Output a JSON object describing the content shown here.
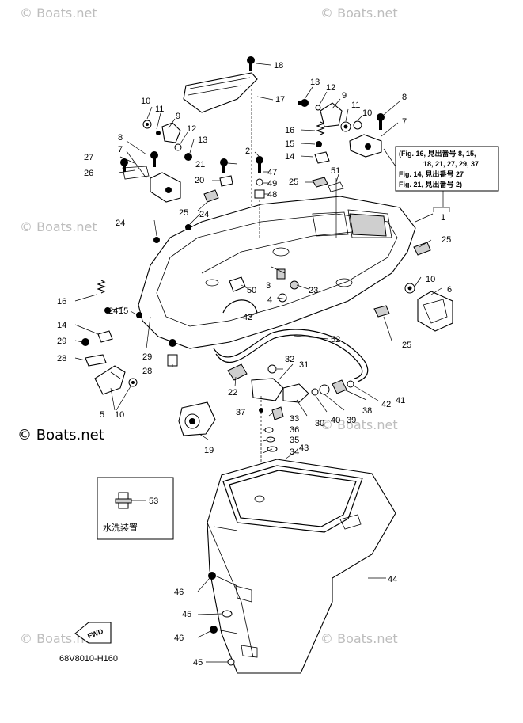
{
  "watermarks": {
    "brand": "© Boats.net"
  },
  "note_box": {
    "lines": [
      "(Fig. 16, 見出番号 8, 15,",
      "18, 21, 27, 29, 37",
      "Fig. 14, 見出番号 27",
      "Fig. 21, 見出番号 2)"
    ]
  },
  "inset": {
    "part_number": "53",
    "caption": "水洗装置"
  },
  "fwd_label": "FWD",
  "diagram_code": "68V8010-H160",
  "callouts": [
    "1",
    "2",
    "3",
    "4",
    "5",
    "6",
    "7",
    "8",
    "9",
    "10",
    "11",
    "12",
    "13",
    "14",
    "15",
    "16",
    "17",
    "18",
    "19",
    "20",
    "21",
    "22",
    "23",
    "24",
    "25",
    "26",
    "27",
    "28",
    "29",
    "30",
    "31",
    "32",
    "33",
    "34",
    "35",
    "36",
    "37",
    "38",
    "39",
    "40",
    "41",
    "42",
    "43",
    "44",
    "45",
    "46",
    "47",
    "48",
    "49",
    "50",
    "51",
    "52"
  ]
}
